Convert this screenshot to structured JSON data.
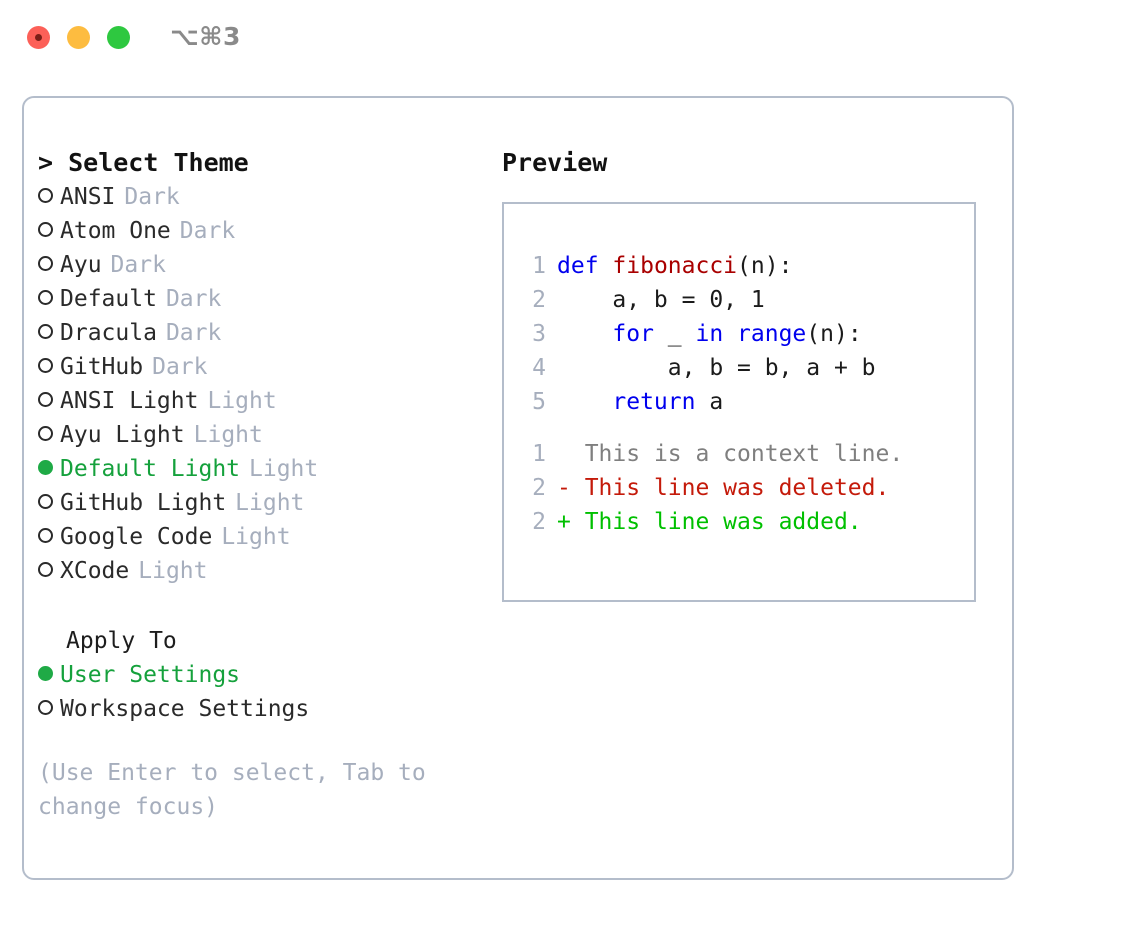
{
  "window": {
    "shortcut_label": "⌥⌘3",
    "traffic_lights": [
      {
        "name": "close",
        "color": "#fc6058"
      },
      {
        "name": "minimize",
        "color": "#fdbc40"
      },
      {
        "name": "maximize",
        "color": "#2ec840"
      }
    ]
  },
  "theme_panel": {
    "header": "> Select Theme",
    "items": [
      {
        "marker": "○",
        "name": "ANSI",
        "tag": "Dark",
        "selected": false
      },
      {
        "marker": "○",
        "name": "Atom One",
        "tag": "Dark",
        "selected": false
      },
      {
        "marker": "○",
        "name": "Ayu",
        "tag": "Dark",
        "selected": false
      },
      {
        "marker": "○",
        "name": "Default",
        "tag": "Dark",
        "selected": false
      },
      {
        "marker": "○",
        "name": "Dracula",
        "tag": "Dark",
        "selected": false
      },
      {
        "marker": "○",
        "name": "GitHub",
        "tag": "Dark",
        "selected": false
      },
      {
        "marker": "○",
        "name": "ANSI Light",
        "tag": "Light",
        "selected": false
      },
      {
        "marker": "○",
        "name": "Ayu Light",
        "tag": "Light",
        "selected": false
      },
      {
        "marker": "●",
        "name": "Default Light",
        "tag": "Light",
        "selected": true
      },
      {
        "marker": "○",
        "name": "GitHub Light",
        "tag": "Light",
        "selected": false
      },
      {
        "marker": "○",
        "name": "Google Code",
        "tag": "Light",
        "selected": false
      },
      {
        "marker": "○",
        "name": "XCode",
        "tag": "Light",
        "selected": false
      }
    ],
    "apply_to": {
      "title": "Apply To",
      "options": [
        {
          "marker": "●",
          "label": "User Settings",
          "selected": true
        },
        {
          "marker": "○",
          "label": "Workspace Settings",
          "selected": false
        }
      ]
    },
    "hint": "(Use Enter to select, Tab to change focus)"
  },
  "preview_panel": {
    "header": "Preview",
    "code_lines": [
      {
        "no": "1",
        "tokens": [
          {
            "t": "def",
            "c": "kw"
          },
          {
            "t": " ",
            "c": "plain"
          },
          {
            "t": "fibonacci",
            "c": "fn"
          },
          {
            "t": "(n):",
            "c": "punc"
          }
        ]
      },
      {
        "no": "2",
        "tokens": [
          {
            "t": "    a, b = 0, 1",
            "c": "plain"
          }
        ]
      },
      {
        "no": "3",
        "tokens": [
          {
            "t": "    ",
            "c": "plain"
          },
          {
            "t": "for",
            "c": "kw"
          },
          {
            "t": " _ ",
            "c": "plain"
          },
          {
            "t": "in",
            "c": "kw"
          },
          {
            "t": " ",
            "c": "plain"
          },
          {
            "t": "range",
            "c": "kw"
          },
          {
            "t": "(n):",
            "c": "punc"
          }
        ]
      },
      {
        "no": "4",
        "tokens": [
          {
            "t": "        a, b = b, a + b",
            "c": "plain"
          }
        ]
      },
      {
        "no": "5",
        "tokens": [
          {
            "t": "    ",
            "c": "plain"
          },
          {
            "t": "return",
            "c": "kw"
          },
          {
            "t": " a",
            "c": "plain"
          }
        ]
      }
    ],
    "diff_lines": [
      {
        "no": "1",
        "sign": "  ",
        "text": "This is a context line.",
        "kind": "ctx"
      },
      {
        "no": "2",
        "sign": "- ",
        "text": "This line was deleted.",
        "kind": "del"
      },
      {
        "no": "2",
        "sign": "+ ",
        "text": "This line was added.",
        "kind": "add"
      }
    ]
  },
  "colors": {
    "accent_green": "#1faa46",
    "selected_text": "#15a13c",
    "muted": "#a6aebd",
    "border": "#b4bdcb",
    "keyword": "#0000ee",
    "function": "#a90000",
    "diff_delete": "#c41a0a",
    "diff_add": "#00c000",
    "diff_context": "#7f7f7f"
  }
}
